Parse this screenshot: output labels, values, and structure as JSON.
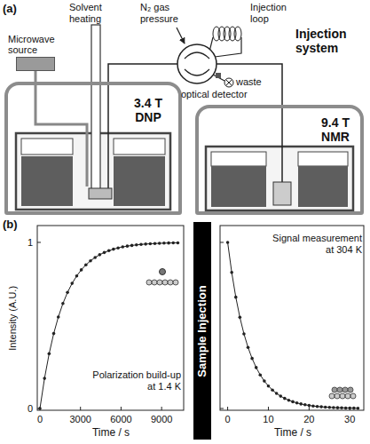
{
  "diagram": {
    "nodes": [
      {
        "text": [
          "Microwave source"
        ]
      },
      {
        "text": [
          "3.4 T DNP"
        ]
      },
      {
        "text": [
          "9.4 T NMR"
        ]
      },
      {
        "text": [
          "Sample Injection"
        ]
      }
    ],
    "edges": [
      {
        "from": 0,
        "to": 1,
        "arrow": "none"
      },
      {
        "from": 1,
        "to": 2,
        "arrow": "none"
      }
    ],
    "labels": [
      "(a)",
      "Solvent heating",
      "N₂ gas pressure",
      "Injection loop",
      "Injection system",
      "waste",
      "optical detector",
      "(b)",
      "Intensity (A.U.)",
      "1",
      "0",
      "0",
      "3000",
      "6000",
      "9000",
      "Time / s",
      "Polarization build-up at 1.4 K",
      "Signal measurement at 304 K",
      "0",
      "10",
      "20",
      "30",
      "Time / s"
    ]
  }
}
